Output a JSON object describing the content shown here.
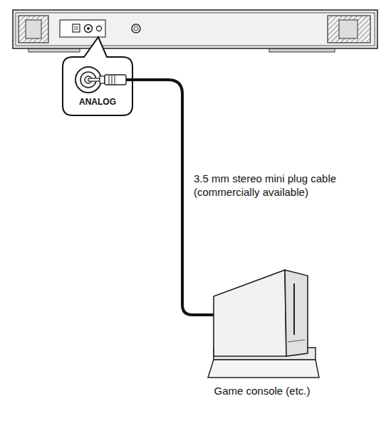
{
  "diagram": {
    "nodes": [
      {
        "text": [
          "ANALOG"
        ]
      }
    ],
    "labels": [
      "3.5 mm stereo mini plug cable (commercially available)",
      "Game console (etc.)"
    ]
  }
}
